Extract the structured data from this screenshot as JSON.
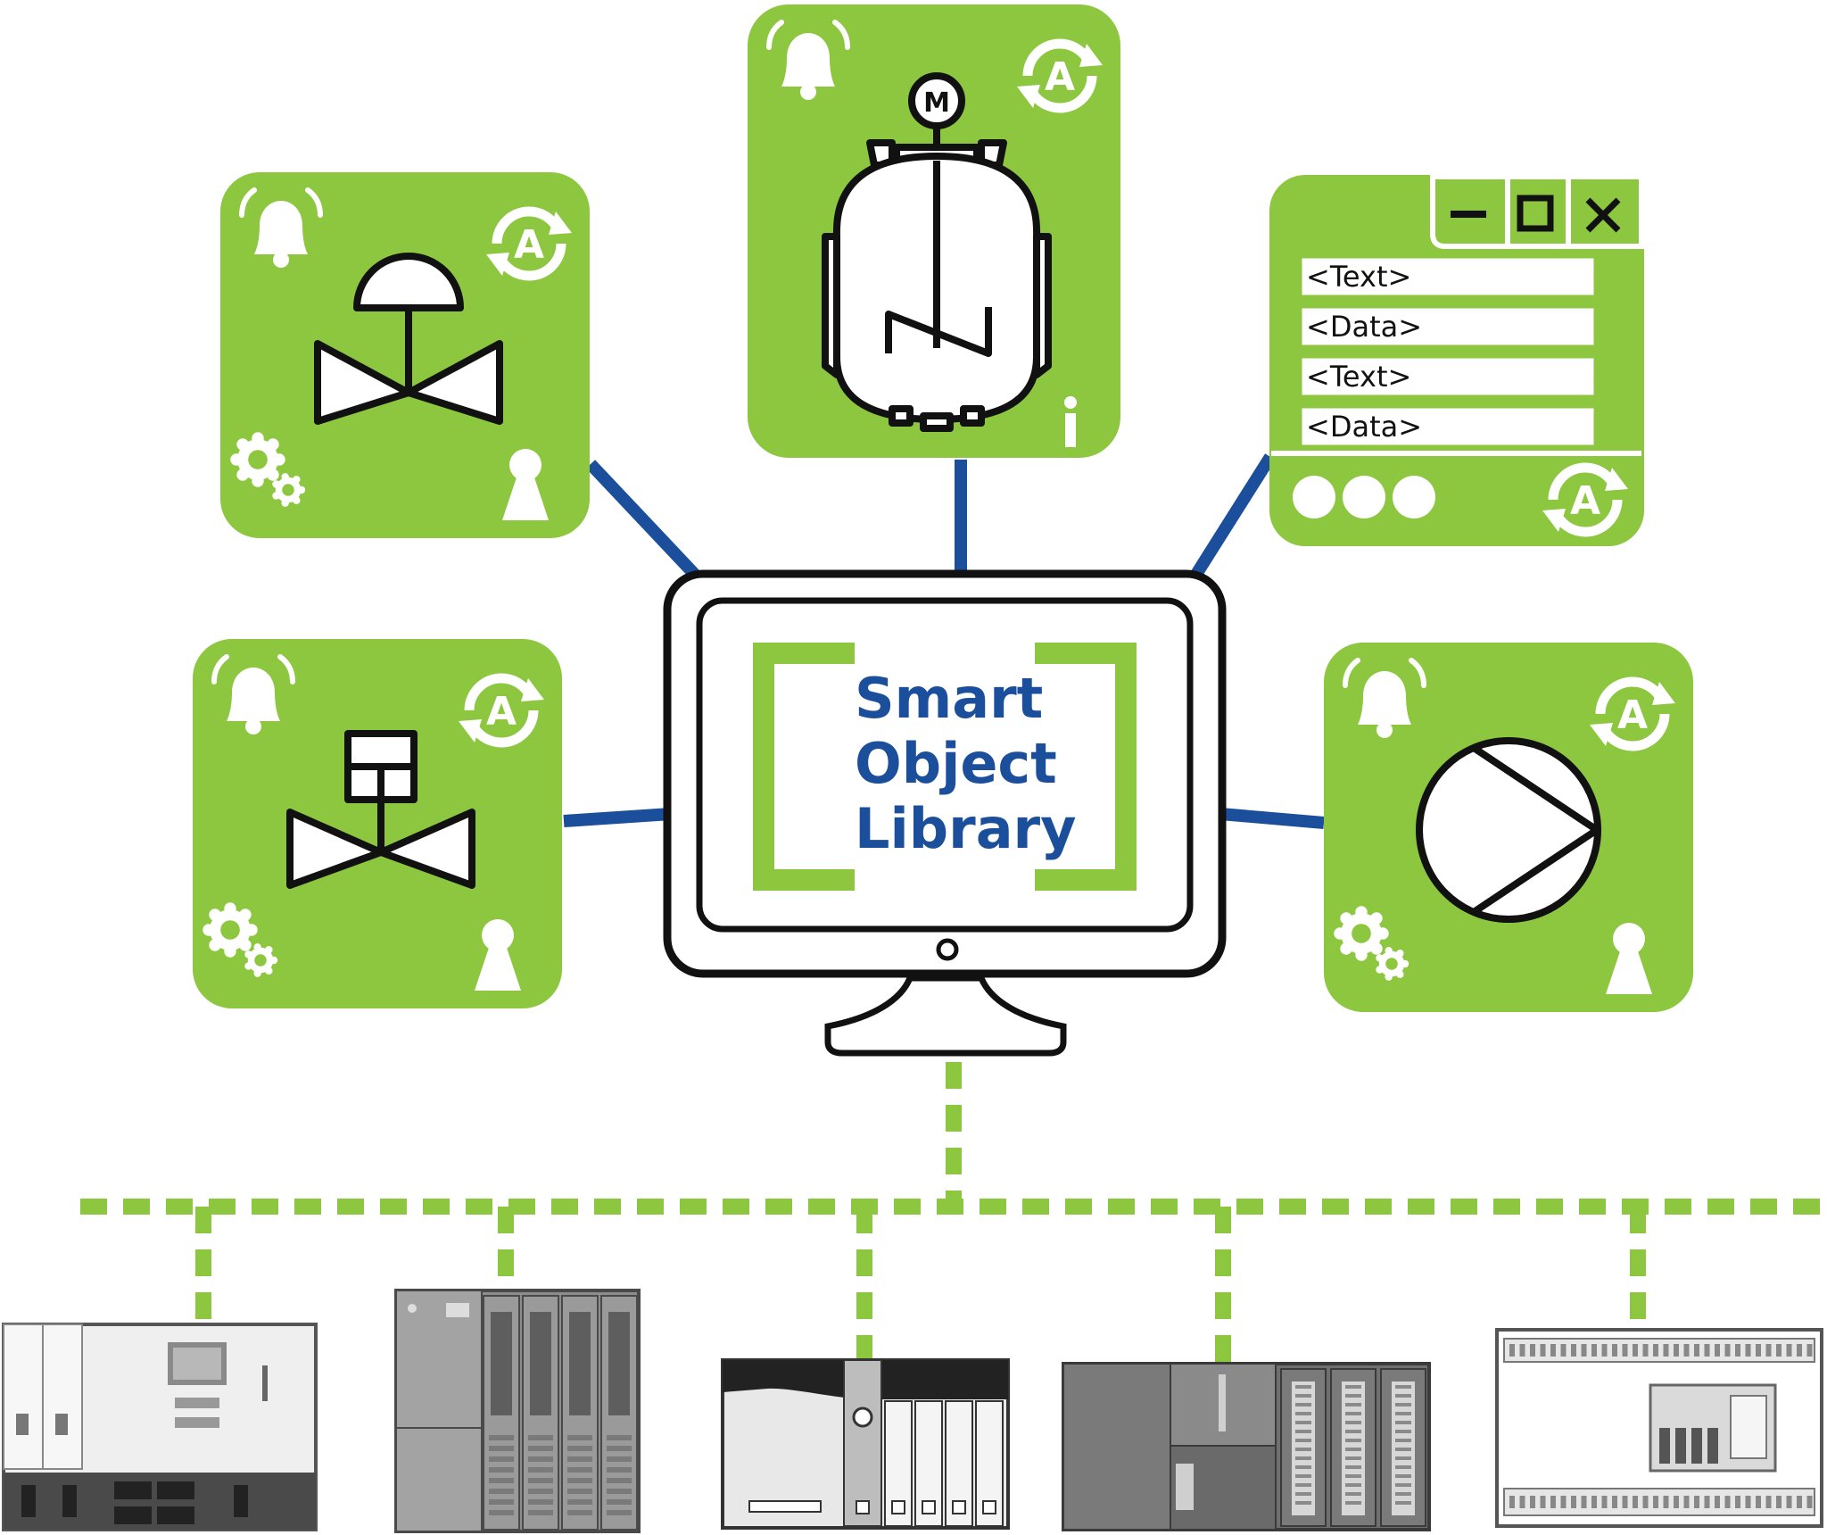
{
  "colors": {
    "green": "#8DC63F",
    "blue": "#1B4F9C",
    "navy_text": "#1B4F9C",
    "outline": "#111111",
    "white": "#FFFFFF",
    "device_grey": "#6F6F6F",
    "device_light": "#E6E6E6"
  },
  "monitor": {
    "title_lines": [
      "Smart",
      "Object",
      "Library"
    ]
  },
  "faceplate_window": {
    "rows": [
      "<Text>",
      "<Data>",
      "<Text>",
      "<Data>"
    ]
  },
  "tiles": [
    {
      "id": "actuated-valve",
      "symbol": "valve-diaphragm-actuator-icon"
    },
    {
      "id": "reactor-vessel",
      "symbol": "agitated-reactor-vessel-icon",
      "motor_label": "M"
    },
    {
      "id": "faceplate",
      "symbol": "faceplate-window-icon"
    },
    {
      "id": "solenoid-valve",
      "symbol": "valve-solenoid-actuator-icon"
    },
    {
      "id": "pump",
      "symbol": "centrifugal-pump-icon"
    }
  ],
  "tile_badges": {
    "alarm": "bell-icon",
    "auto_mode": "auto-mode-icon",
    "settings": "gears-icon",
    "user": "user-icon",
    "info": "info-icon",
    "auto_letter": "A",
    "info_letter": "i"
  },
  "devices": [
    {
      "id": "controller-1"
    },
    {
      "id": "controller-2"
    },
    {
      "id": "controller-3"
    },
    {
      "id": "controller-4"
    },
    {
      "id": "controller-5"
    }
  ]
}
